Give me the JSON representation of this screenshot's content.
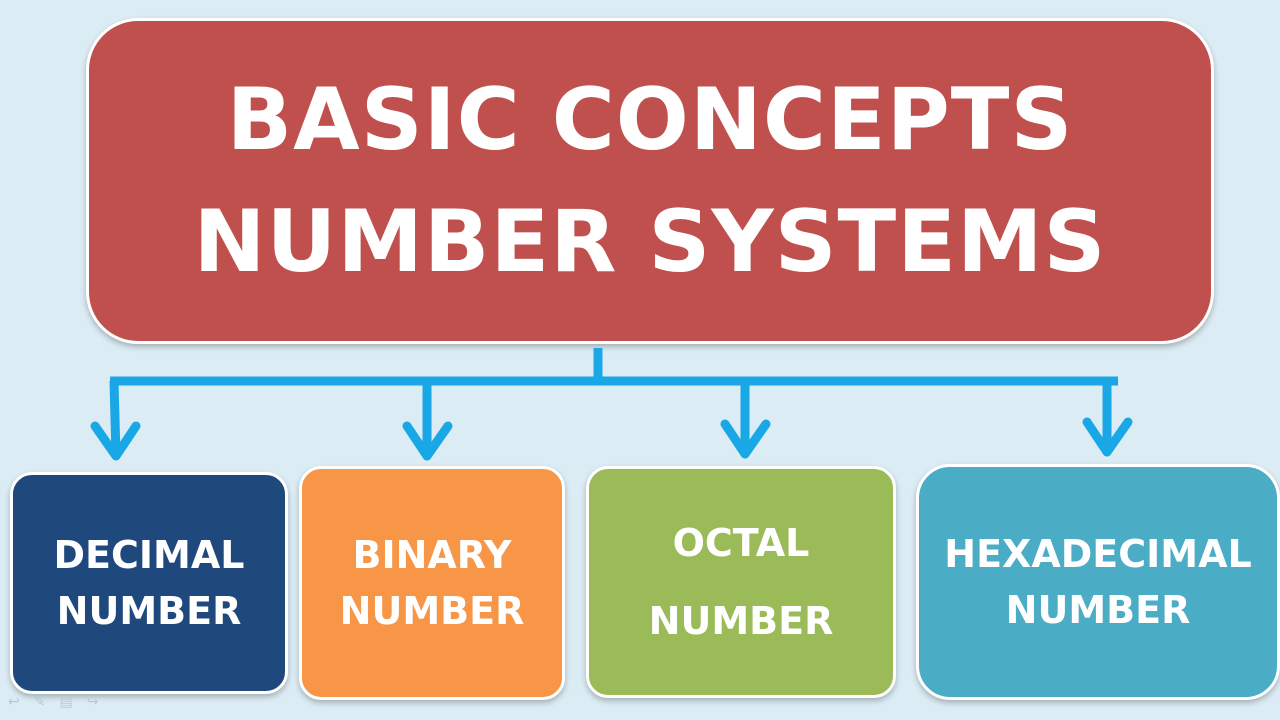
{
  "title": {
    "line1": "BASIC CONCEPTS",
    "line2": "NUMBER SYSTEMS"
  },
  "colors": {
    "background": "#dcecf4",
    "title": "#c0504d",
    "connector": "#1aa7e6",
    "decimal": "#1f497d",
    "binary": "#f79646",
    "octal": "#9bbb59",
    "hexadecimal": "#4bacc6"
  },
  "nodes": [
    {
      "id": "decimal",
      "line1": "DECIMAL",
      "line2": "NUMBER"
    },
    {
      "id": "binary",
      "line1": "BINARY",
      "line2": "NUMBER"
    },
    {
      "id": "octal",
      "line1": "OCTAL",
      "line2": "NUMBER"
    },
    {
      "id": "hexadecimal",
      "line1": "HEXADECIMAL",
      "line2": "NUMBER"
    }
  ],
  "slide_controls": [
    "prev-arrow-icon",
    "pen-icon",
    "menu-icon",
    "next-arrow-icon"
  ]
}
